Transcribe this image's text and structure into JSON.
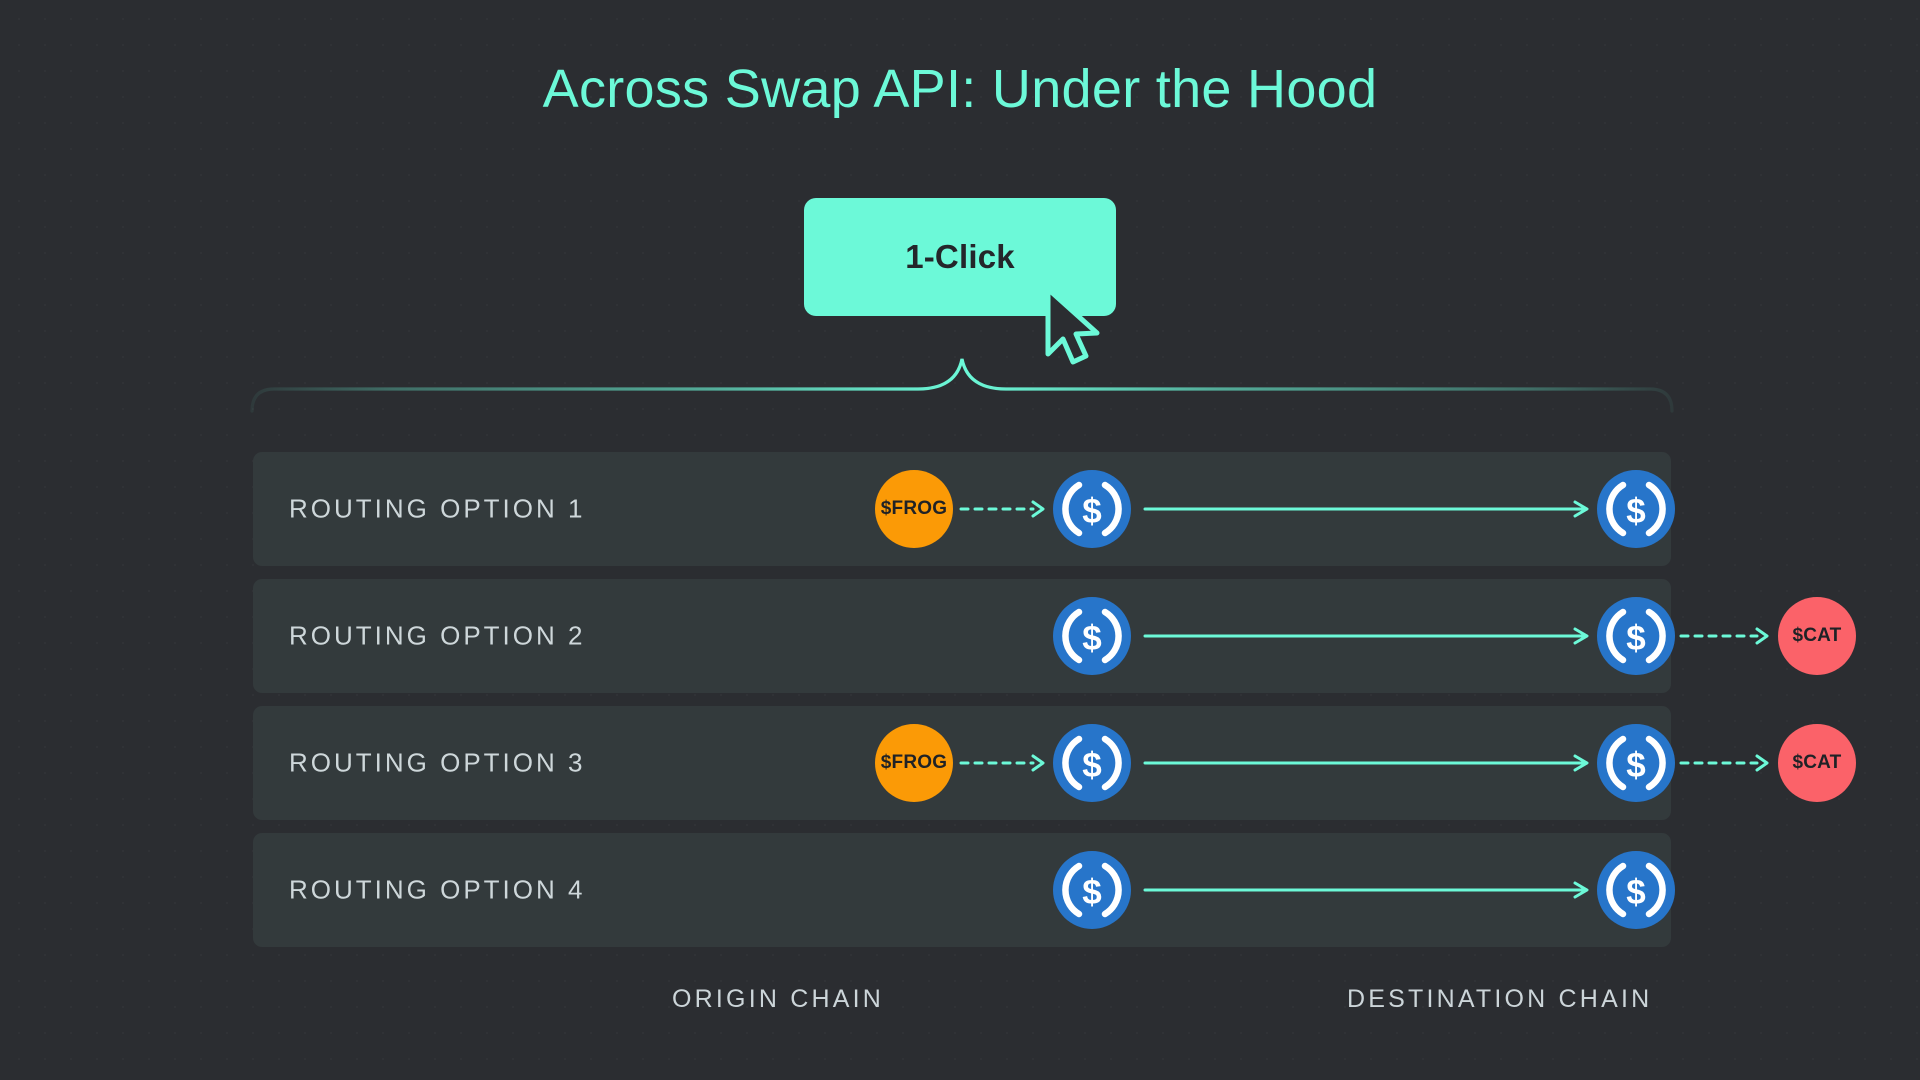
{
  "page": {
    "title": "Across Swap API: Under the Hood",
    "background_color": "#2b2d31",
    "accent_color": "#6cf9d8"
  },
  "cta": {
    "label": "1-Click",
    "background_color": "#6cf9d8",
    "text_color": "#24262a",
    "cursor_icon": "cursor-arrow-icon"
  },
  "brace": {
    "icon": "curly-brace-icon",
    "color": "#6cf9d8"
  },
  "tokens": {
    "frog": {
      "symbol": "$FROG",
      "color": "#fb9a06"
    },
    "cat": {
      "symbol": "$CAT",
      "color": "#fb6269"
    },
    "usdc": {
      "symbol": "USDC",
      "color": "#2775ca"
    }
  },
  "routes": [
    {
      "label": "ROUTING OPTION 1",
      "origin_token": "$FROG",
      "origin_swap": true,
      "destination_swap": false,
      "destination_token": null
    },
    {
      "label": "ROUTING OPTION 2",
      "origin_token": null,
      "origin_swap": false,
      "destination_swap": true,
      "destination_token": "$CAT"
    },
    {
      "label": "ROUTING OPTION 3",
      "origin_token": "$FROG",
      "origin_swap": true,
      "destination_swap": true,
      "destination_token": "$CAT"
    },
    {
      "label": "ROUTING OPTION 4",
      "origin_token": null,
      "origin_swap": false,
      "destination_swap": false,
      "destination_token": null
    }
  ],
  "footer": {
    "origin_chain_label": "ORIGIN CHAIN",
    "destination_chain_label": "DESTINATION CHAIN"
  }
}
